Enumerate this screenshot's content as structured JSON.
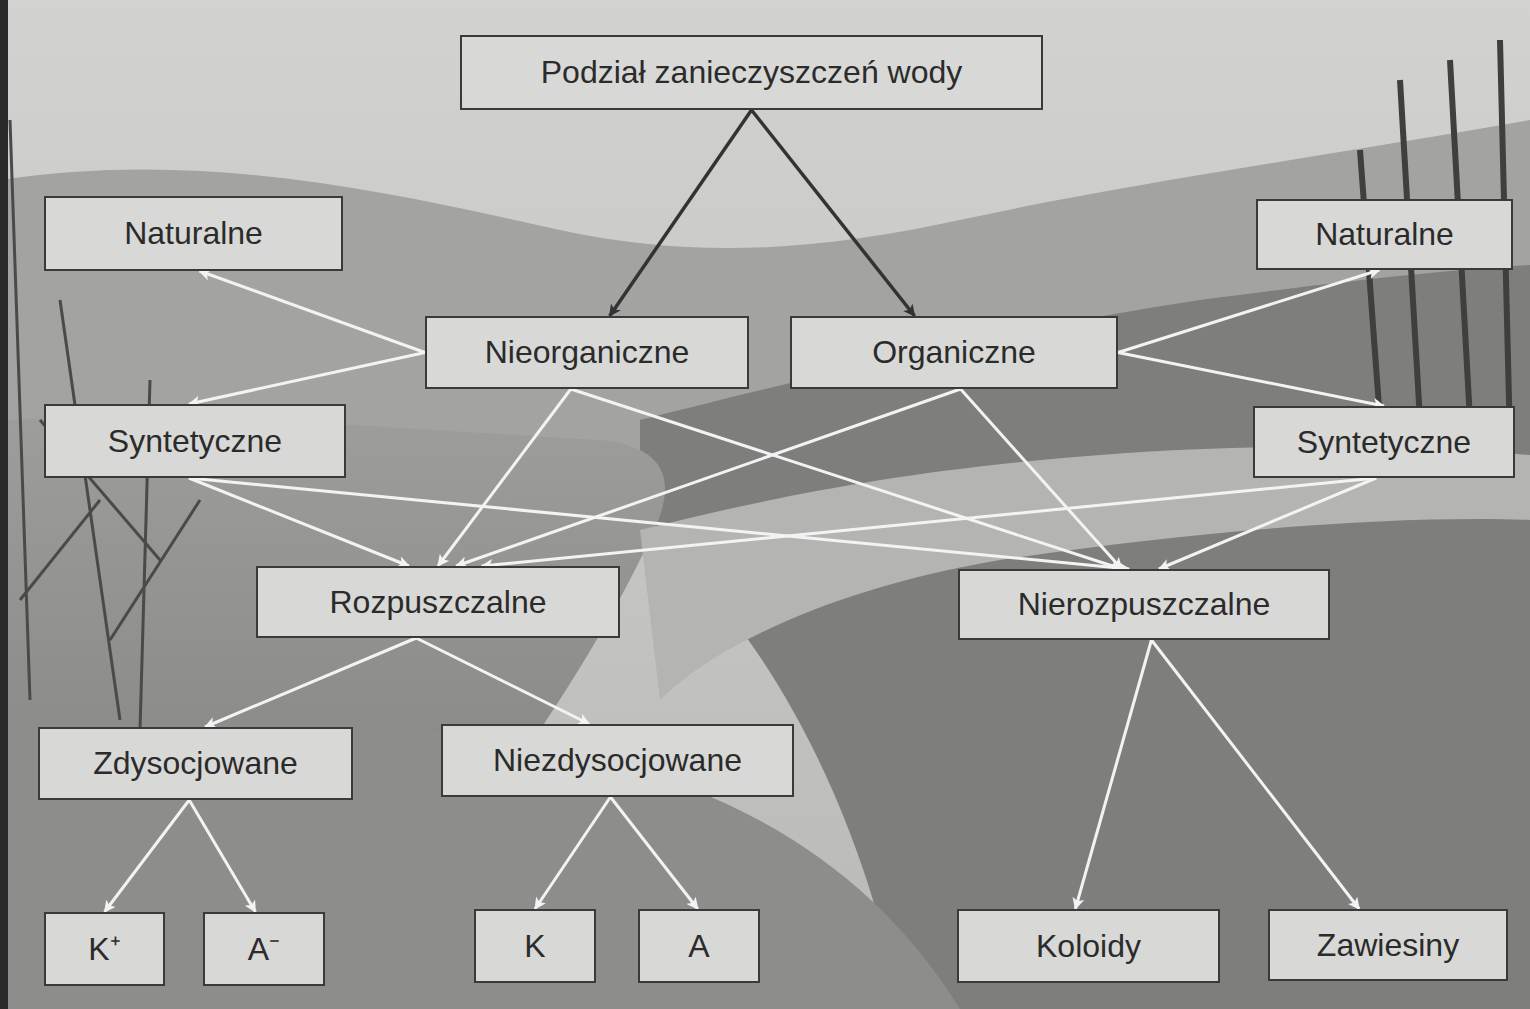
{
  "diagram": {
    "nodes": [
      {
        "text": [
          "Podział zanieczyszczeń wody"
        ]
      },
      {
        "text": [
          "Naturalne"
        ]
      },
      {
        "text": [
          "Naturalne"
        ]
      },
      {
        "text": [
          "Nieorganiczne"
        ]
      },
      {
        "text": [
          "Organiczne"
        ]
      },
      {
        "text": [
          "Syntetyczne"
        ]
      },
      {
        "text": [
          "Syntetyczne"
        ]
      },
      {
        "text": [
          "Rozpuszczalne"
        ]
      },
      {
        "text": [
          "Nierozpuszczalne"
        ]
      },
      {
        "text": [
          "Zdysocjowane"
        ]
      },
      {
        "text": [
          "Niezdysocjowane"
        ]
      },
      {
        "text": [
          "K⁺"
        ]
      },
      {
        "text": [
          "A⁻"
        ]
      },
      {
        "text": [
          "K"
        ]
      },
      {
        "text": [
          "A"
        ]
      },
      {
        "text": [
          "Koloidy"
        ]
      },
      {
        "text": [
          "Zawiesiny"
        ]
      }
    ],
    "edges": [
      {
        "from": 0,
        "to": 3,
        "arrow": "to"
      },
      {
        "from": 0,
        "to": 4,
        "arrow": "to"
      },
      {
        "from": 3,
        "to": 1,
        "arrow": "to"
      },
      {
        "from": 3,
        "to": 5,
        "arrow": "to"
      },
      {
        "from": 4,
        "to": 2,
        "arrow": "to"
      },
      {
        "from": 4,
        "to": 6,
        "arrow": "to"
      },
      {
        "from": 3,
        "to": 7,
        "arrow": "to"
      },
      {
        "from": 3,
        "to": 8,
        "arrow": "to"
      },
      {
        "from": 4,
        "to": 7,
        "arrow": "to"
      },
      {
        "from": 4,
        "to": 8,
        "arrow": "to"
      },
      {
        "from": 5,
        "to": 7,
        "arrow": "to"
      },
      {
        "from": 5,
        "to": 8,
        "arrow": "to"
      },
      {
        "from": 6,
        "to": 7,
        "arrow": "to"
      },
      {
        "from": 6,
        "to": 8,
        "arrow": "to"
      },
      {
        "from": 7,
        "to": 9,
        "arrow": "to"
      },
      {
        "from": 7,
        "to": 10,
        "arrow": "to"
      },
      {
        "from": 8,
        "to": 15,
        "arrow": "to"
      },
      {
        "from": 8,
        "to": 16,
        "arrow": "to"
      },
      {
        "from": 9,
        "to": 11,
        "arrow": "to"
      },
      {
        "from": 9,
        "to": 12,
        "arrow": "to"
      },
      {
        "from": 10,
        "to": 13,
        "arrow": "to"
      },
      {
        "from": 10,
        "to": 14,
        "arrow": "to"
      }
    ]
  }
}
